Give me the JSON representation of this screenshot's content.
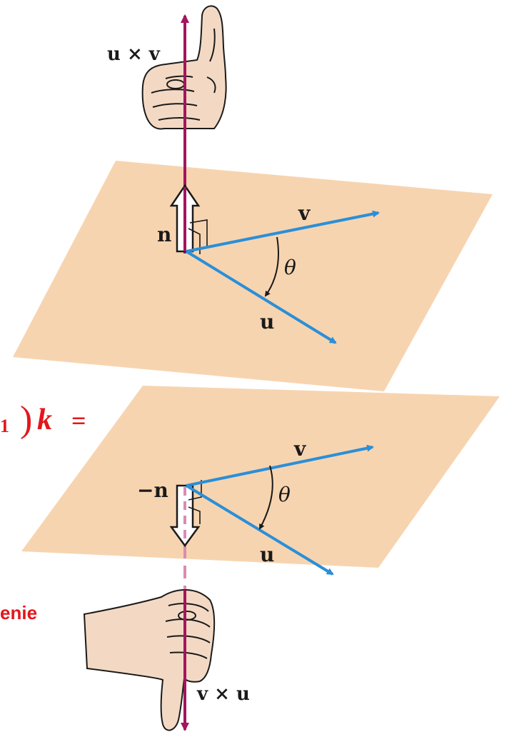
{
  "colors": {
    "plane": "#f7d4b0",
    "vector_blue": "#2a8fd8",
    "cross_axis": "#a3155e",
    "cross_axis_dashed": "#d98cb2",
    "hand_skin": "#f3d9c4",
    "outline": "#1a1a1a",
    "fragment_red": "#e3171b"
  },
  "top_figure": {
    "cross_label": "u × v",
    "normal_label": "n",
    "v_label": "v",
    "u_label": "u",
    "angle_label": "θ",
    "hand": "thumb-up"
  },
  "bottom_figure": {
    "cross_label": "v × u",
    "normal_label": "−n",
    "v_label": "v",
    "u_label": "u",
    "angle_label": "θ",
    "hand": "thumb-down"
  },
  "cropped_fragments": {
    "formula_subscript": "1",
    "formula_paren": ")",
    "formula_var": "k",
    "formula_eq": "=",
    "word": "enie"
  }
}
